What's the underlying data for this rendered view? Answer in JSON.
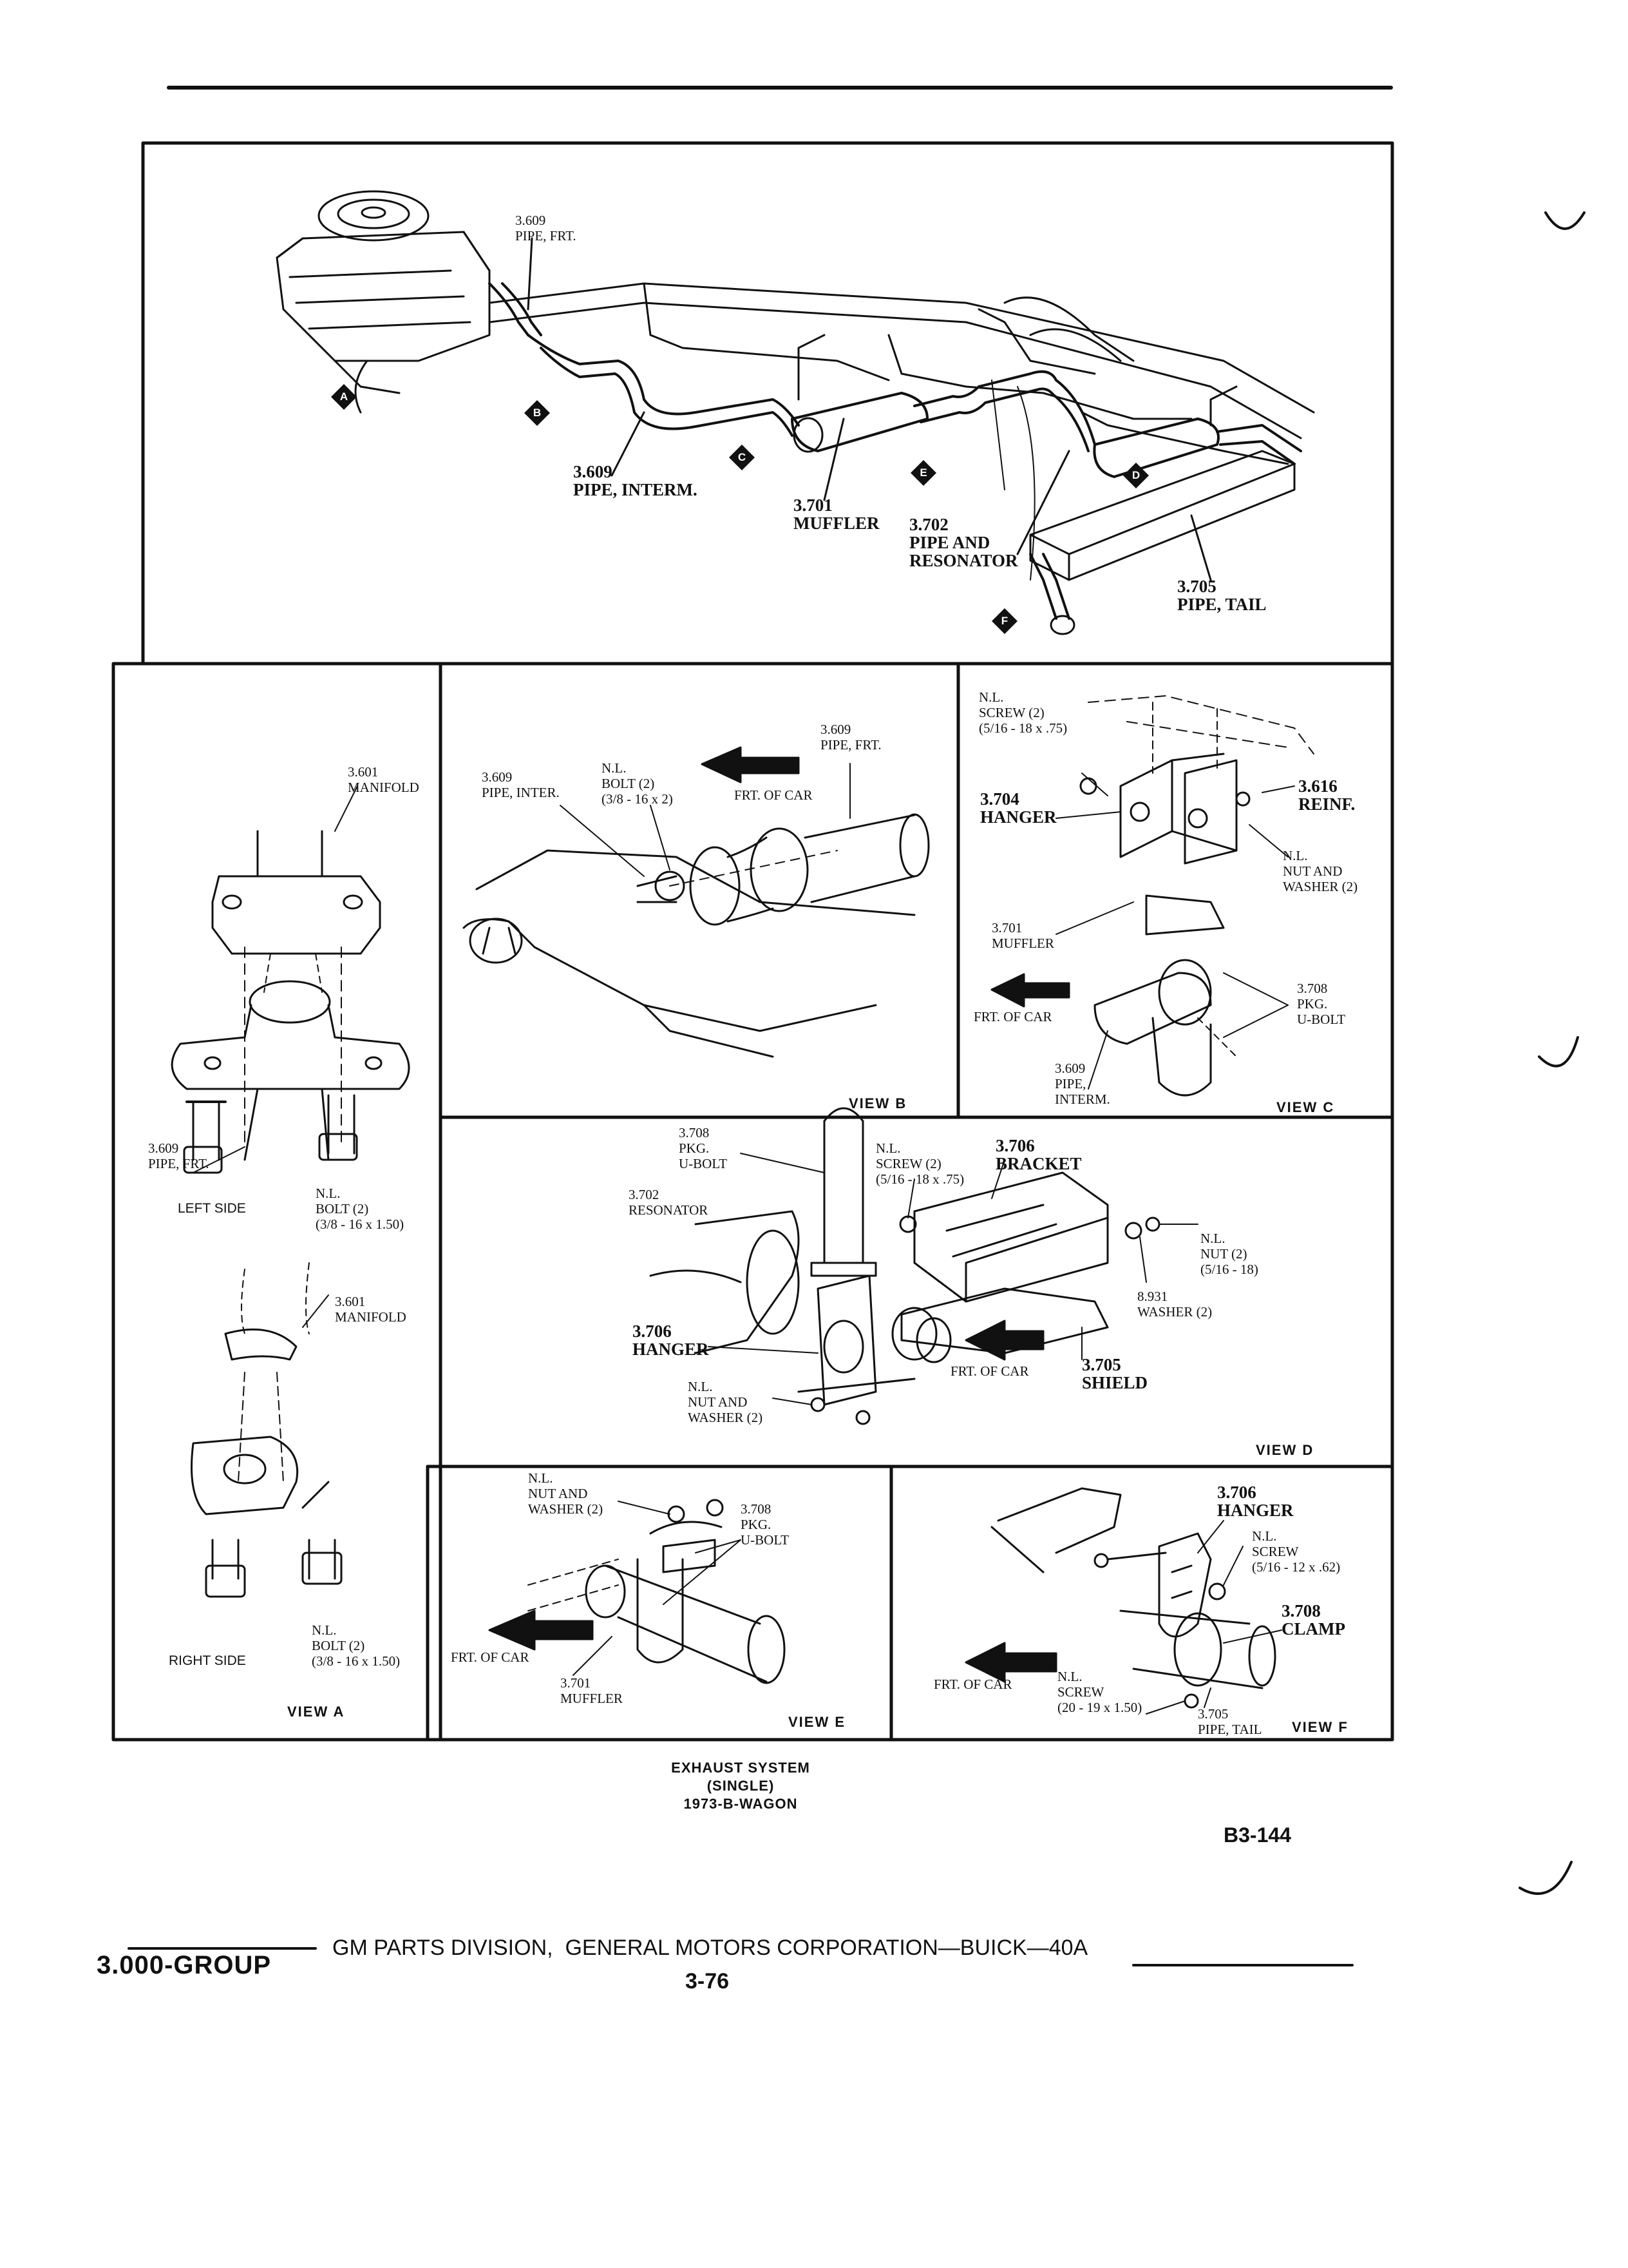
{
  "views": {
    "main": {
      "labels": {
        "pipe_frt": "3.609\nPIPE, FRT.",
        "pipe_interm": "3.609\nPIPE, INTERM.",
        "muffler": "3.701\nMUFFLER",
        "pipe_resonator": "3.702\nPIPE AND\nRESONATOR",
        "pipe_tail": "3.705\nPIPE, TAIL"
      },
      "view_tags": [
        "A",
        "B",
        "C",
        "D",
        "E",
        "F"
      ]
    },
    "view_a": {
      "title": "VIEW A",
      "manifold_top": "3.601\nMANIFOLD",
      "pipe_frt": "3.609\nPIPE, FRT.",
      "left_side": "LEFT SIDE",
      "bolt_left": "N.L.\nBOLT (2)\n(3/8 - 16 x 1.50)",
      "manifold_bottom": "3.601\nMANIFOLD",
      "right_side": "RIGHT SIDE",
      "bolt_right": "N.L.\nBOLT (2)\n(3/8 - 16 x 1.50)"
    },
    "view_b": {
      "title": "VIEW B",
      "pipe_frt": "3.609\nPIPE, FRT.",
      "bolt": "N.L.\nBOLT (2)\n(3/8 - 16 x 2)",
      "pipe_inter": "3.609\nPIPE, INTER.",
      "frt_of_car": "FRT. OF CAR"
    },
    "view_c": {
      "title": "VIEW C",
      "screw": "N.L.\nSCREW (2)\n(5/16 - 18 x .75)",
      "hanger": "3.704\nHANGER",
      "reinf": "3.616\nREINF.",
      "nut_washer": "N.L.\nNUT AND\nWASHER (2)",
      "muffler": "3.701\nMUFFLER",
      "frt_of_car": "FRT. OF CAR",
      "ubolt": "3.708\nPKG.\nU-BOLT",
      "pipe_interm": "3.609\nPIPE,\nINTERM."
    },
    "view_d": {
      "title": "VIEW D",
      "ubolt": "3.708\nPKG.\nU-BOLT",
      "screw": "N.L.\nSCREW (2)\n(5/16 - 18 x .75)",
      "bracket": "3.706\nBRACKET",
      "resonator": "3.702\nRESONATOR",
      "nut": "N.L.\nNUT (2)\n(5/16 - 18)",
      "washer": "8.931\nWASHER (2)",
      "hanger": "3.706\nHANGER",
      "shield": "3.705\nSHIELD",
      "frt_of_car": "FRT. OF CAR",
      "nut_washer": "N.L.\nNUT AND\nWASHER (2)"
    },
    "view_e": {
      "title": "VIEW E",
      "nut_washer": "N.L.\nNUT AND\nWASHER (2)",
      "ubolt": "3.708\nPKG.\nU-BOLT",
      "frt_of_car": "FRT. OF CAR",
      "muffler": "3.701\nMUFFLER"
    },
    "view_f": {
      "title": "VIEW F",
      "hanger": "3.706\nHANGER",
      "screw_top": "N.L.\nSCREW\n(5/16 - 12 x .62)",
      "clamp": "3.708\nCLAMP",
      "frt_of_car": "FRT. OF CAR",
      "screw_bottom": "N.L.\nSCREW\n(20 - 19 x 1.50)",
      "pipe_tail": "3.705\nPIPE, TAIL"
    }
  },
  "caption": {
    "line1": "EXHAUST SYSTEM",
    "line2": "(SINGLE)",
    "line3": "1973-B-WAGON"
  },
  "figure_id": "B3-144",
  "footer": {
    "group": "3.000-GROUP",
    "division": "GM PARTS DIVISION,  GENERAL MOTORS CORPORATION—BUICK—40A",
    "page": "3-76"
  }
}
